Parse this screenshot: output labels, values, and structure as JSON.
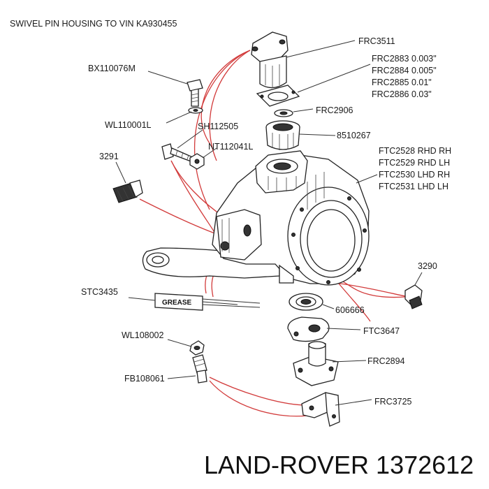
{
  "title": "SWIVEL PIN HOUSING TO VIN KA930455",
  "brand": "LAND-ROVER 1372612",
  "grease_text": "GREASE",
  "labels": {
    "frc3511": "FRC3511",
    "frc2883": "FRC2883 0.003\"",
    "frc2884": "FRC2884 0.005\"",
    "frc2885": "FRC2885 0.01\"",
    "frc2886": "FRC2886 0.03\"",
    "bx110076m": "BX110076M",
    "wl110001l": "WL110001L",
    "frc2906": "FRC2906",
    "sh112505": "SH112505",
    "p8510267": "8510267",
    "nt112041l": "NT112041L",
    "p3291": "3291",
    "ftc2528": "FTC2528 RHD RH",
    "ftc2529": "FTC2529 RHD LH",
    "ftc2530": "FTC2530 LHD RH",
    "ftc2531": "FTC2531 LHD LH",
    "p3290": "3290",
    "stc3435": "STC3435",
    "p606666": "606666",
    "wl108002": "WL108002",
    "ftc3647": "FTC3647",
    "fb108061": "FB108061",
    "frc2894": "FRC2894",
    "frc3725": "FRC3725"
  }
}
